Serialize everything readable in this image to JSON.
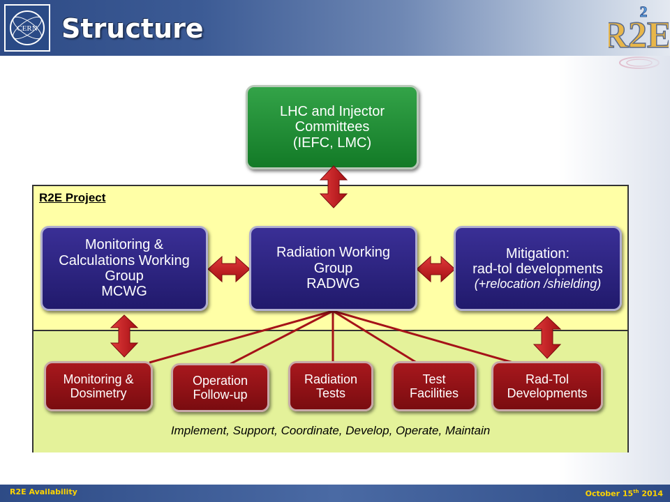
{
  "header": {
    "title": "Structure",
    "logo_left": "CERN",
    "logo_right": "R2E",
    "logo_right_sup": "2"
  },
  "footer": {
    "left": "R2E Availability",
    "right_main": "October 15",
    "right_sup": "th",
    "right_year": " 2014"
  },
  "diagram": {
    "committees": [
      "LHC and Injector",
      "Committees",
      "(IEFC, LMC)"
    ],
    "project_label": "R2E Project",
    "mcwg": [
      "Monitoring &",
      "Calculations Working",
      "Group",
      "MCWG"
    ],
    "radwg": [
      "Radiation Working",
      "Group",
      "RADWG"
    ],
    "mitigation": [
      "Mitigation:",
      "rad-tol developments",
      "(+relocation /shielding)"
    ],
    "activities": [
      [
        "Monitoring &",
        "Dosimetry"
      ],
      [
        "Operation",
        "Follow-up"
      ],
      [
        "Radiation",
        "Tests"
      ],
      [
        "Test",
        "Facilities"
      ],
      [
        "Rad-Tol",
        "Developments"
      ]
    ],
    "bottom_caption": "Implement, Support, Coordinate, Develop, Operate, Maintain",
    "colors": {
      "committee_box": "#1f8a34",
      "working_group_box": "#2a2180",
      "activity_box": "#8f1216",
      "arrow": "#c0141a",
      "top_zone": "#ffffa6",
      "bottom_zone": "#e4f29a"
    }
  }
}
